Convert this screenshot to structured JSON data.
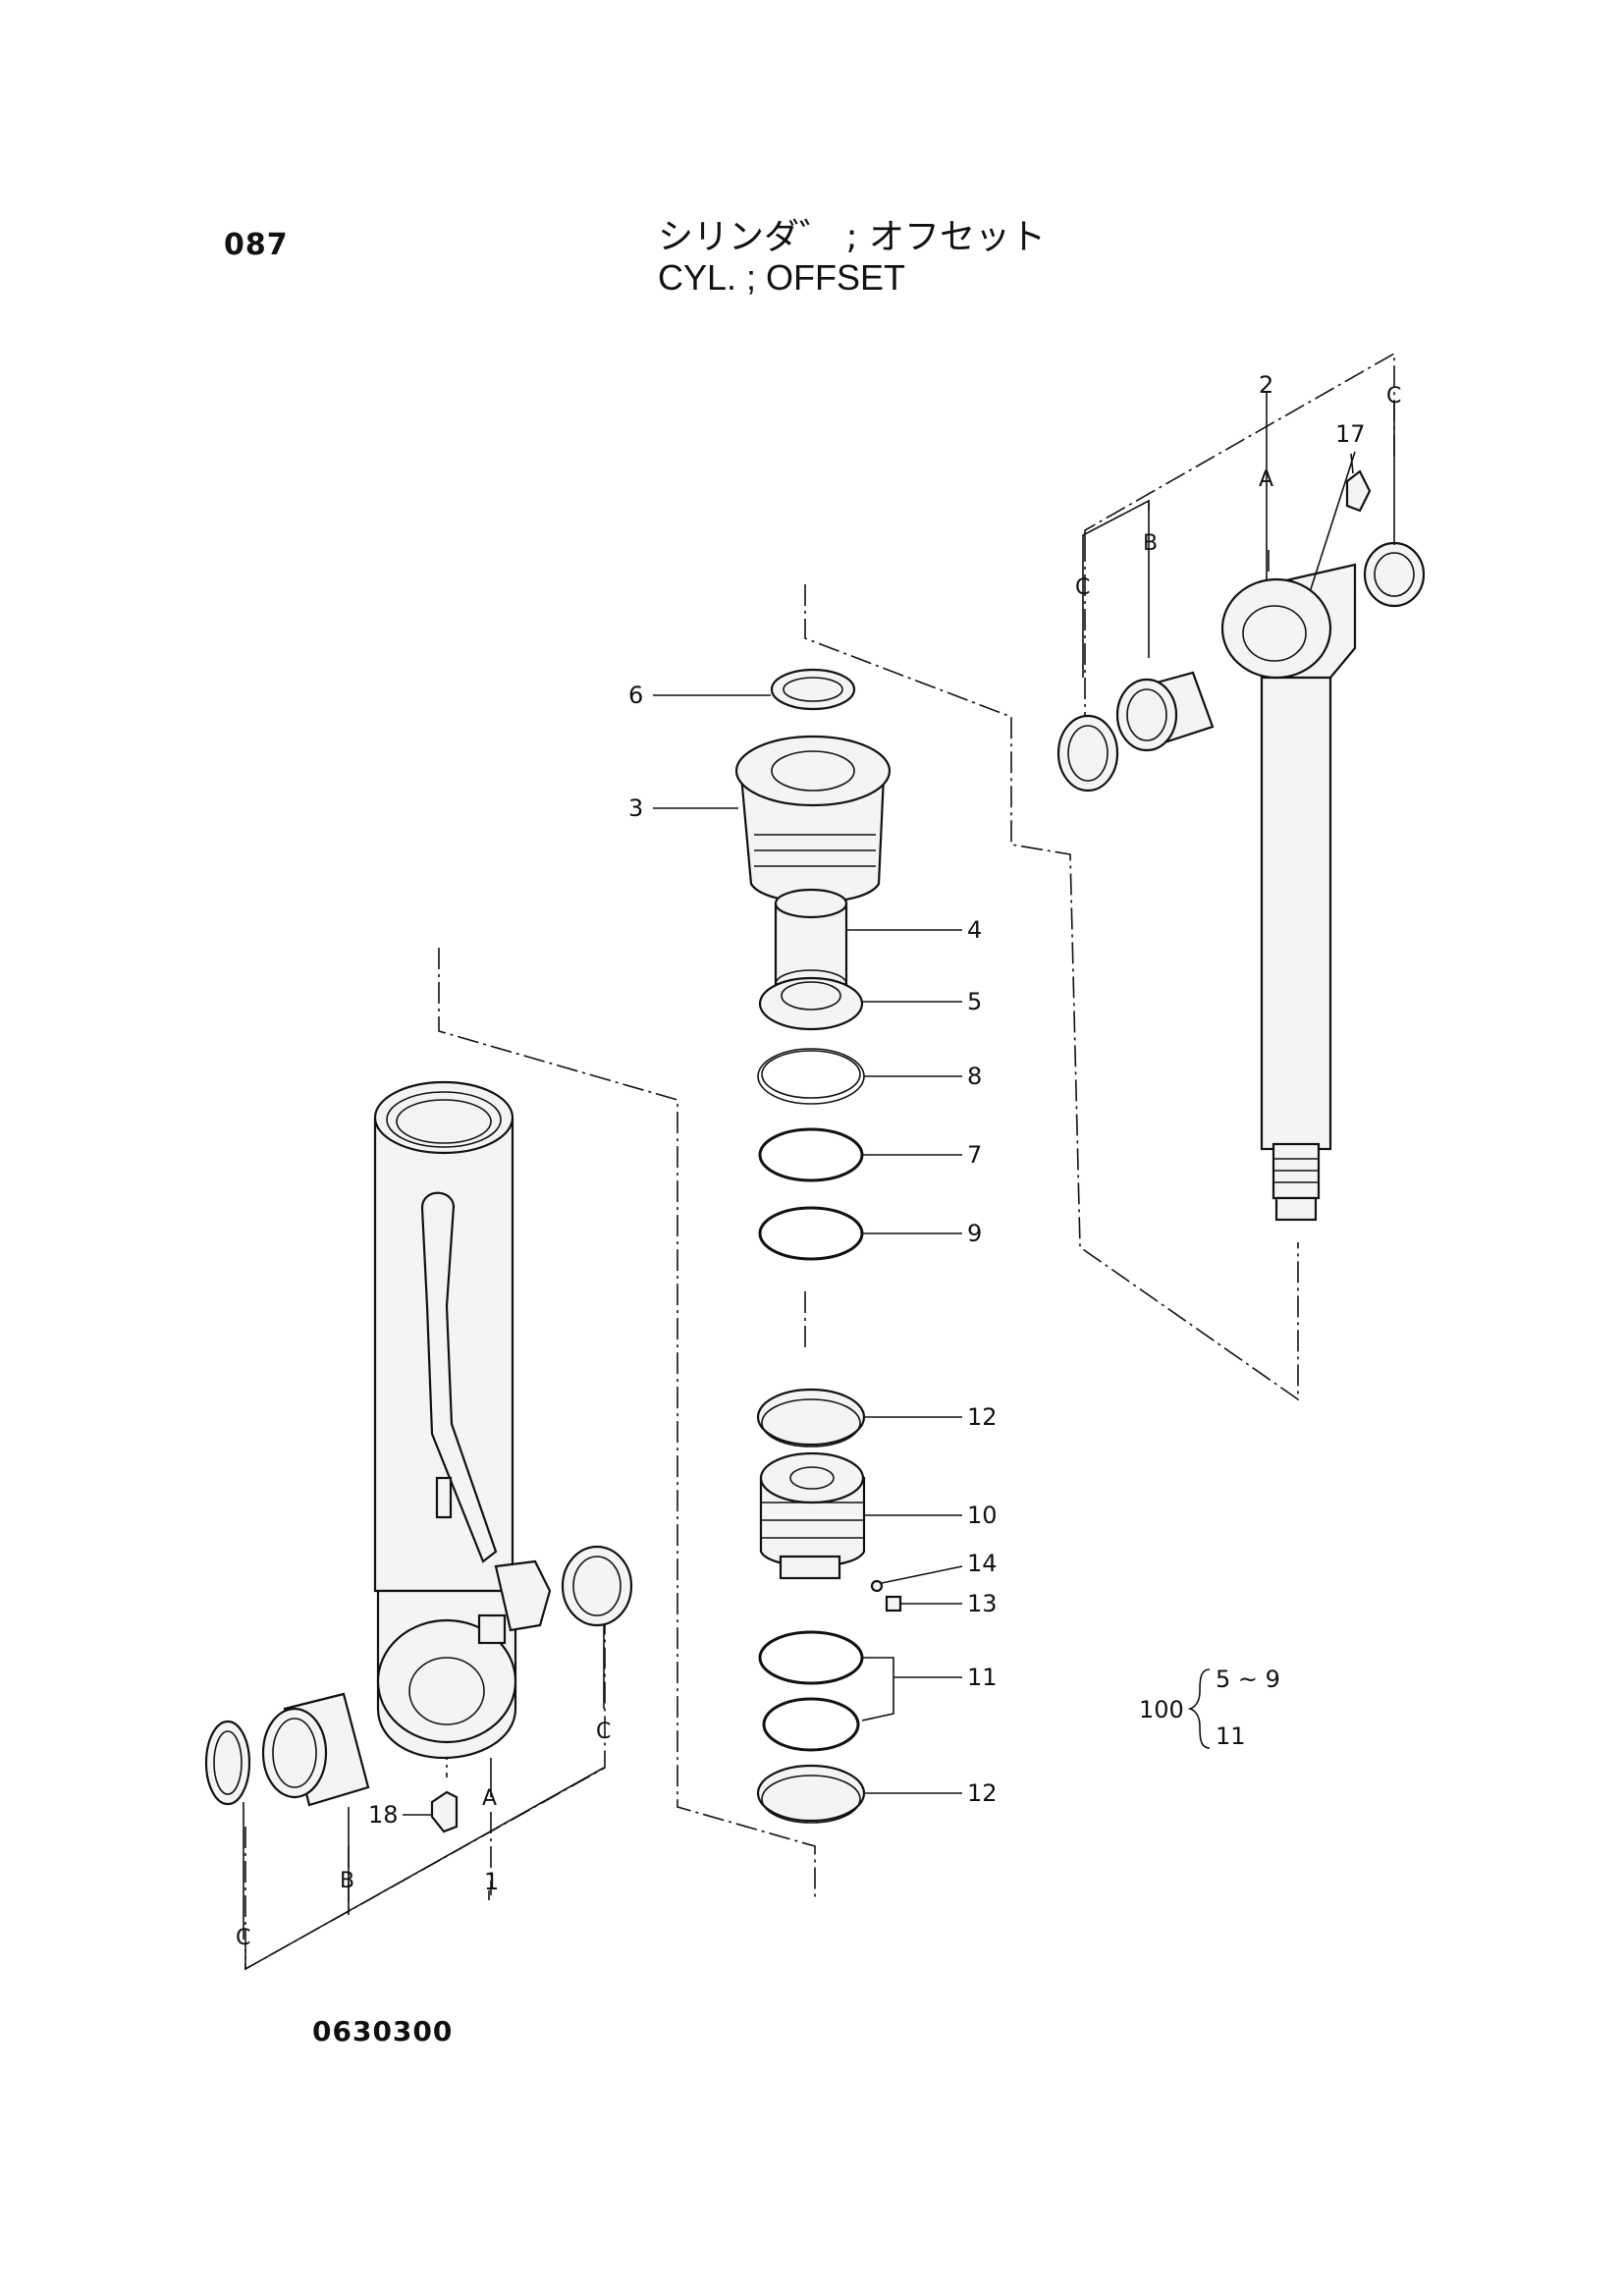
{
  "header": {
    "page_number": "087",
    "title_jp": "シリンダ゛ ; オフセット",
    "title_en": "CYL. ; OFFSET"
  },
  "footer": {
    "drawing_number": "0630300"
  },
  "callouts": {
    "p1": "1",
    "p2": "2",
    "p3": "3",
    "p4": "4",
    "p5": "5",
    "p6": "6",
    "p7": "7",
    "p8": "8",
    "p9": "9",
    "p10": "10",
    "p11": "11",
    "p12a": "12",
    "p12b": "12",
    "p13": "13",
    "p14": "14",
    "p17": "17",
    "p18": "18"
  },
  "letters": {
    "a": "A",
    "b": "B",
    "c": "C"
  },
  "kit": {
    "number": "100",
    "line1": "5 ~ 9",
    "line2": "11"
  }
}
